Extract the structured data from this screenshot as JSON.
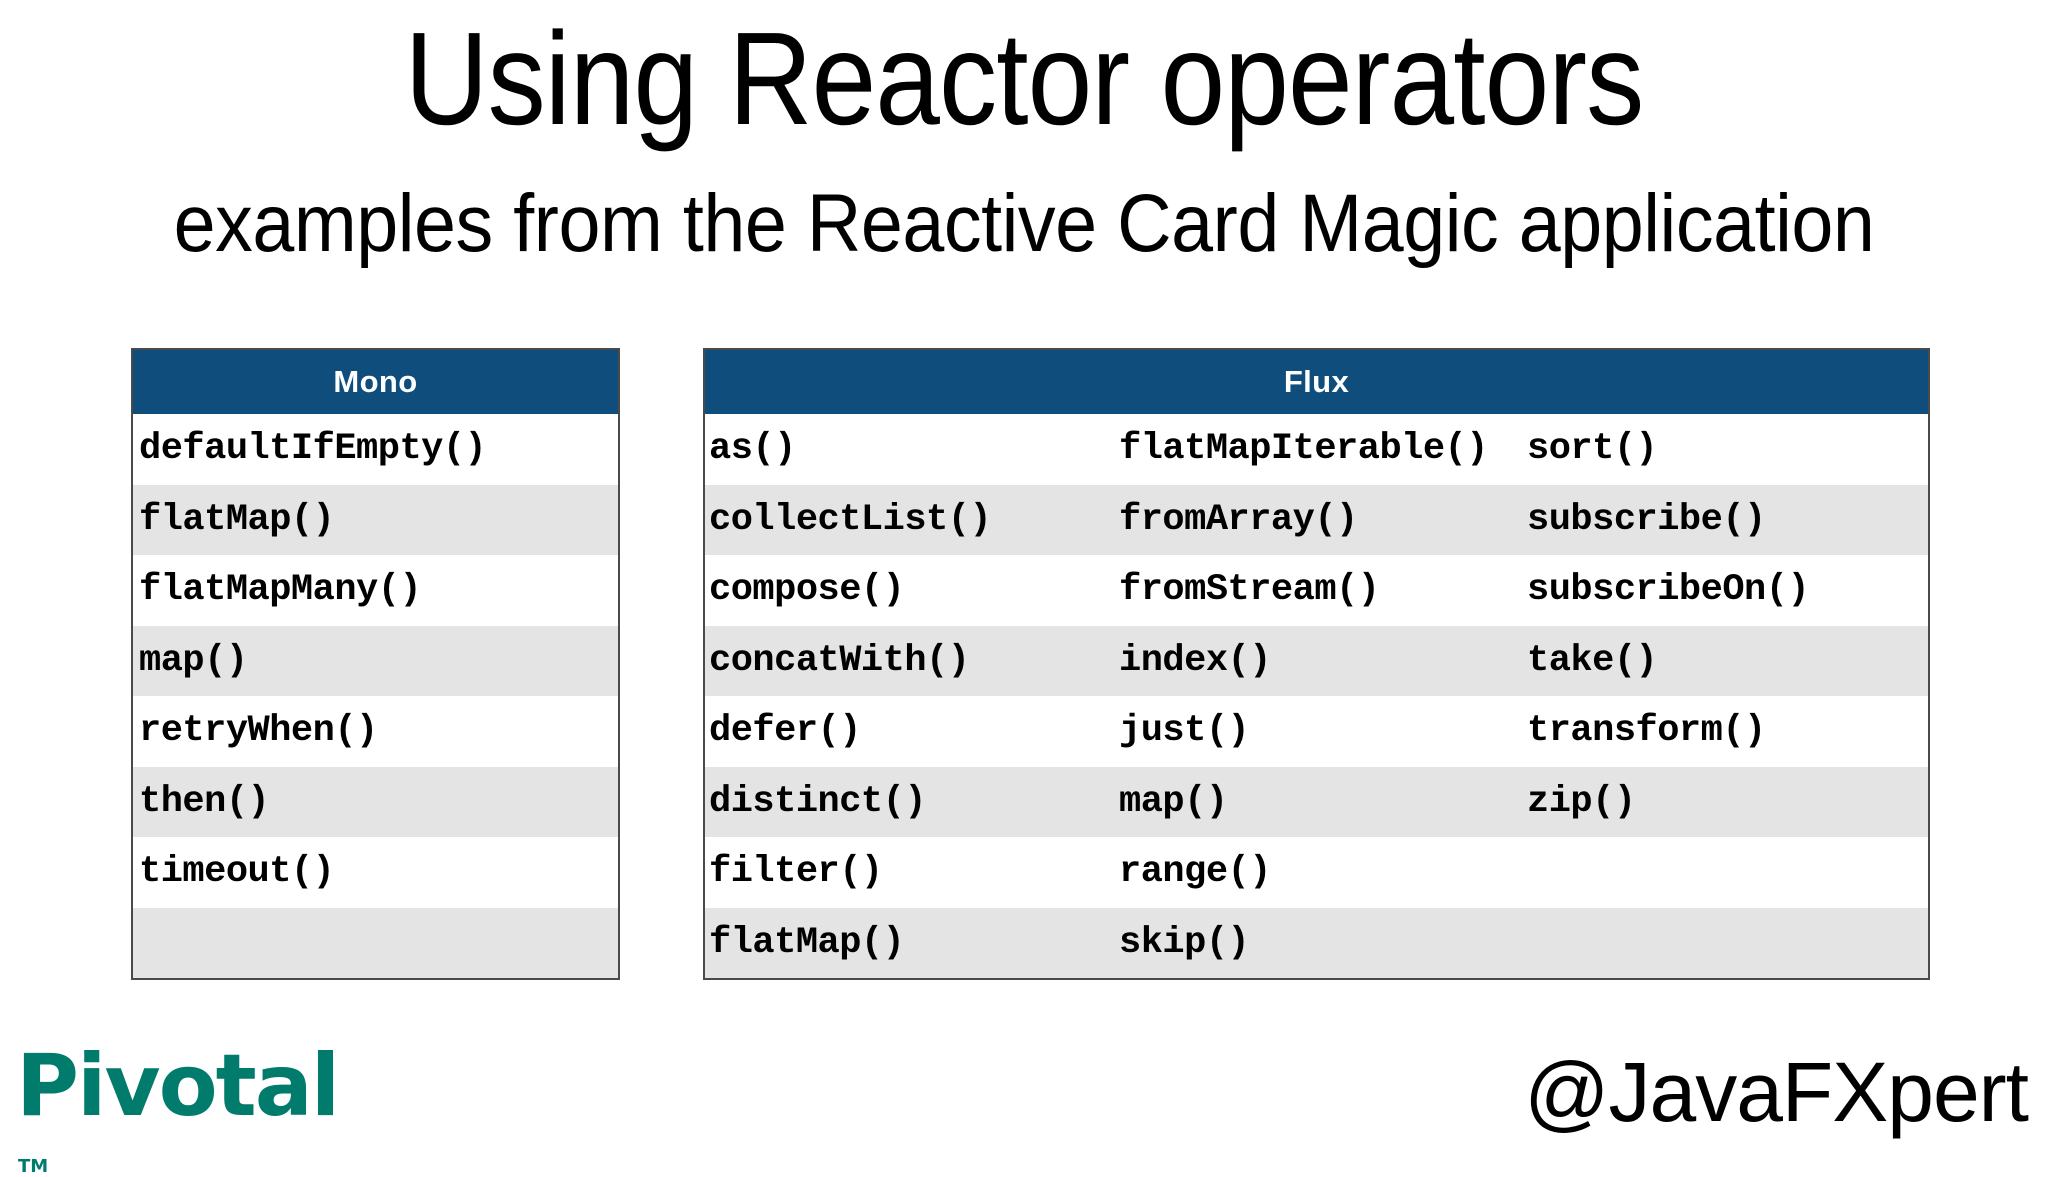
{
  "slide": {
    "title": "Using Reactor operators",
    "subtitle": "examples from the Reactive Card Magic application"
  },
  "colors": {
    "header_blue": "#0f4e7c",
    "row_alt_gray": "#e4e4e4",
    "row_white": "#ffffff",
    "border_gray": "#4a4a4a",
    "pivotal_green": "#007b6c",
    "text_black": "#000000"
  },
  "mono_table": {
    "header": "Mono",
    "columns": 1,
    "rows": [
      [
        "defaultIfEmpty()"
      ],
      [
        "flatMap()"
      ],
      [
        "flatMapMany()"
      ],
      [
        "map()"
      ],
      [
        "retryWhen()"
      ],
      [
        "then()"
      ],
      [
        "timeout()"
      ],
      [
        ""
      ]
    ]
  },
  "flux_table": {
    "header": "Flux",
    "columns": 3,
    "rows": [
      [
        "as()",
        "flatMapIterable()",
        "sort()"
      ],
      [
        "collectList()",
        "fromArray()",
        "subscribe()"
      ],
      [
        "compose()",
        "fromStream()",
        "subscribeOn()"
      ],
      [
        "concatWith()",
        "index()",
        "take()"
      ],
      [
        "defer()",
        "just()",
        "transform()"
      ],
      [
        "distinct()",
        "map()",
        "zip()"
      ],
      [
        "filter()",
        "range()",
        ""
      ],
      [
        "flatMap()",
        "skip()",
        ""
      ]
    ]
  },
  "footer": {
    "logo_text": "Pivotal",
    "logo_tm": "TM",
    "handle": "@JavaFXpert"
  }
}
